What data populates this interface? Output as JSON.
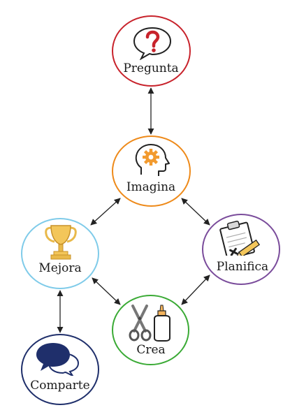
{
  "diagram": {
    "nodes": [
      {
        "id": "pregunta",
        "label": "Pregunta",
        "color": "#c8232c",
        "icon": "question-speech-bubble-icon"
      },
      {
        "id": "imagina",
        "label": "Imagina",
        "color": "#ee8a1a",
        "icon": "head-gear-icon"
      },
      {
        "id": "mejora",
        "label": "Mejora",
        "color": "#7fcbe9",
        "icon": "trophy-icon"
      },
      {
        "id": "planifica",
        "label": "Planifica",
        "color": "#7a4c9b",
        "icon": "clipboard-pencil-icon"
      },
      {
        "id": "crea",
        "label": "Crea",
        "color": "#3aaa35",
        "icon": "scissors-glue-icon"
      },
      {
        "id": "comparte",
        "label": "Comparte",
        "color": "#1f2f6b",
        "icon": "chat-bubbles-icon"
      }
    ],
    "connections": [
      {
        "from": "pregunta",
        "to": "imagina"
      },
      {
        "from": "imagina",
        "to": "mejora"
      },
      {
        "from": "imagina",
        "to": "planifica"
      },
      {
        "from": "mejora",
        "to": "crea"
      },
      {
        "from": "planifica",
        "to": "crea"
      },
      {
        "from": "mejora",
        "to": "comparte"
      }
    ]
  }
}
